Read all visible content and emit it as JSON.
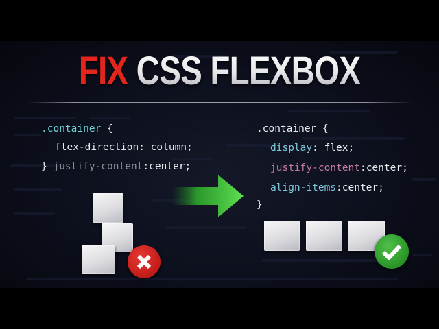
{
  "title": {
    "highlight": "FIX",
    "rest": "CSS FLEXBOX",
    "highlight_color": "#e3261d"
  },
  "before": {
    "selector": ".container",
    "open_brace": "{",
    "line1_prop": "flex-direction",
    "line1_value": " column;",
    "close_brace": "}",
    "line2_prop": "justify-content",
    "line2_value": ":center;",
    "status_icon": "x-mark-icon",
    "status_color": "#c81f1c",
    "boxes": 3,
    "layout": "misaligned column"
  },
  "transition": {
    "icon": "right-arrow-icon",
    "color": "#3cc83a"
  },
  "after": {
    "selector": ".container",
    "open_brace": "{",
    "lines": [
      {
        "prop": "display",
        "sep": ": ",
        "value": "flex;"
      },
      {
        "prop": "justify-content",
        "sep": ":",
        "value": "center;"
      },
      {
        "prop": "align-items",
        "sep": ":",
        "value": "center;"
      }
    ],
    "close_brace": "}",
    "status_icon": "check-mark-icon",
    "status_color": "#2f9a2c",
    "boxes": 3,
    "layout": "centered row"
  }
}
